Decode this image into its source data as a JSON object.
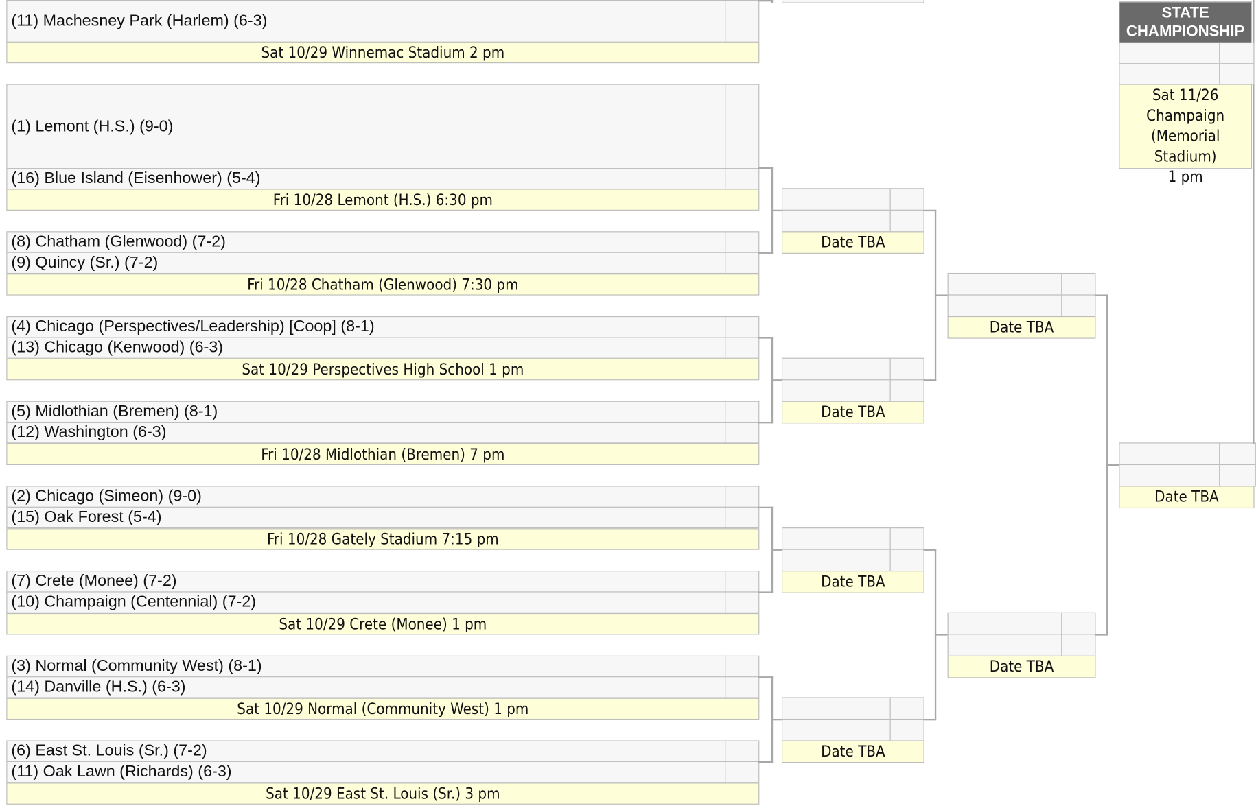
{
  "top_partial": {
    "team": "(11) Machesney Park (Harlem) (6-3)",
    "info": "Sat 10/29 Winnemac Stadium 2 pm"
  },
  "round1": [
    {
      "top": "(1) Lemont (H.S.) (9-0)",
      "bottom": "(16) Blue Island (Eisenhower) (5-4)",
      "info": "Fri 10/28 Lemont (H.S.) 6:30 pm"
    },
    {
      "top": "(8) Chatham (Glenwood) (7-2)",
      "bottom": "(9) Quincy (Sr.) (7-2)",
      "info": "Fri 10/28 Chatham (Glenwood) 7:30 pm"
    },
    {
      "top": "(4) Chicago (Perspectives/Leadership) [Coop] (8-1)",
      "bottom": "(13) Chicago (Kenwood) (6-3)",
      "info": "Sat 10/29 Perspectives High School 1 pm"
    },
    {
      "top": "(5) Midlothian (Bremen) (8-1)",
      "bottom": "(12) Washington (6-3)",
      "info": "Fri 10/28 Midlothian (Bremen) 7 pm"
    },
    {
      "top": "(2) Chicago (Simeon) (9-0)",
      "bottom": "(15) Oak Forest (5-4)",
      "info": "Fri 10/28 Gately Stadium 7:15 pm"
    },
    {
      "top": "(7) Crete (Monee) (7-2)",
      "bottom": "(10) Champaign (Centennial) (7-2)",
      "info": "Sat 10/29 Crete (Monee) 1 pm"
    },
    {
      "top": "(3) Normal (Community West) (8-1)",
      "bottom": "(14) Danville (H.S.) (6-3)",
      "info": "Sat 10/29 Normal (Community West) 1 pm"
    },
    {
      "top": "(6) East St. Louis (Sr.) (7-2)",
      "bottom": "(11) Oak Lawn (Richards) (6-3)",
      "info": "Sat 10/29 East St. Louis (Sr.) 3 pm"
    }
  ],
  "round2": [
    {
      "info": "Date TBA"
    },
    {
      "info": "Date TBA"
    },
    {
      "info": "Date TBA"
    },
    {
      "info": "Date TBA"
    }
  ],
  "round3": [
    {
      "info": "Date TBA"
    },
    {
      "info": "Date TBA"
    }
  ],
  "semifinal": {
    "info": "Date TBA"
  },
  "championship": {
    "header": "STATE CHAMPIONSHIP",
    "line1": "Sat 11/26",
    "line2": "Champaign",
    "line3": "(Memorial Stadium)",
    "line4": "1 pm"
  }
}
